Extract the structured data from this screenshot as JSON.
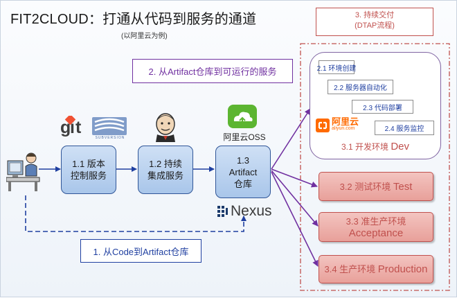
{
  "title": "FIT2CLOUD：打通从代码到服务的通道",
  "subtitle": "(以阿里云为例)",
  "stages": {
    "delivery": {
      "line1": "3. 持续交付",
      "line2": "(DTAP流程)"
    },
    "artifact_to_service": "2. 从Artifact仓库到可运行的服务",
    "code_to_artifact": "1. 从Code到Artifact仓库"
  },
  "pipeline": {
    "vcs": {
      "line1": "1.1 版本",
      "line2": "控制服务"
    },
    "ci": {
      "line1": "1.2 持续",
      "line2": "集成服务"
    },
    "repo": {
      "line1": "1.3",
      "line2": "Artifact",
      "line3": "仓库"
    }
  },
  "logos": {
    "git": "git",
    "subversion": "SUBVERSION",
    "oss_label": "阿里云OSS",
    "nexus": "Nexus",
    "aliyun_cn": "阿里云",
    "aliyun_url": "aliyun.com"
  },
  "dev_env": {
    "steps": [
      "2.1 环境创建",
      "2.2 服务器自动化",
      "2.3 代码部署",
      "2.4 服务监控"
    ],
    "label_prefix": "3.1 开发环境 ",
    "label_word": "Dev"
  },
  "envs": [
    {
      "prefix": "3.2 测试环境 ",
      "word": "Test"
    },
    {
      "prefix": "3.3 准生产环境",
      "word": "Acceptance"
    },
    {
      "prefix": "3.4 生产环境 ",
      "word": "Production"
    }
  ],
  "colors": {
    "pipeline_blue": "#2f5597",
    "delivery_red": "#c0504d",
    "stage_purple": "#7030a0",
    "arrow_blue": "#1f3fa0",
    "dev_frame": "#8064a2",
    "git_orange": "#f05133",
    "oss_green": "#5cb531"
  },
  "icons": [
    "developer-icon",
    "git-logo",
    "subversion-logo",
    "jenkins-icon",
    "oss-cloud-icon",
    "nexus-logo",
    "aliyun-logo"
  ]
}
